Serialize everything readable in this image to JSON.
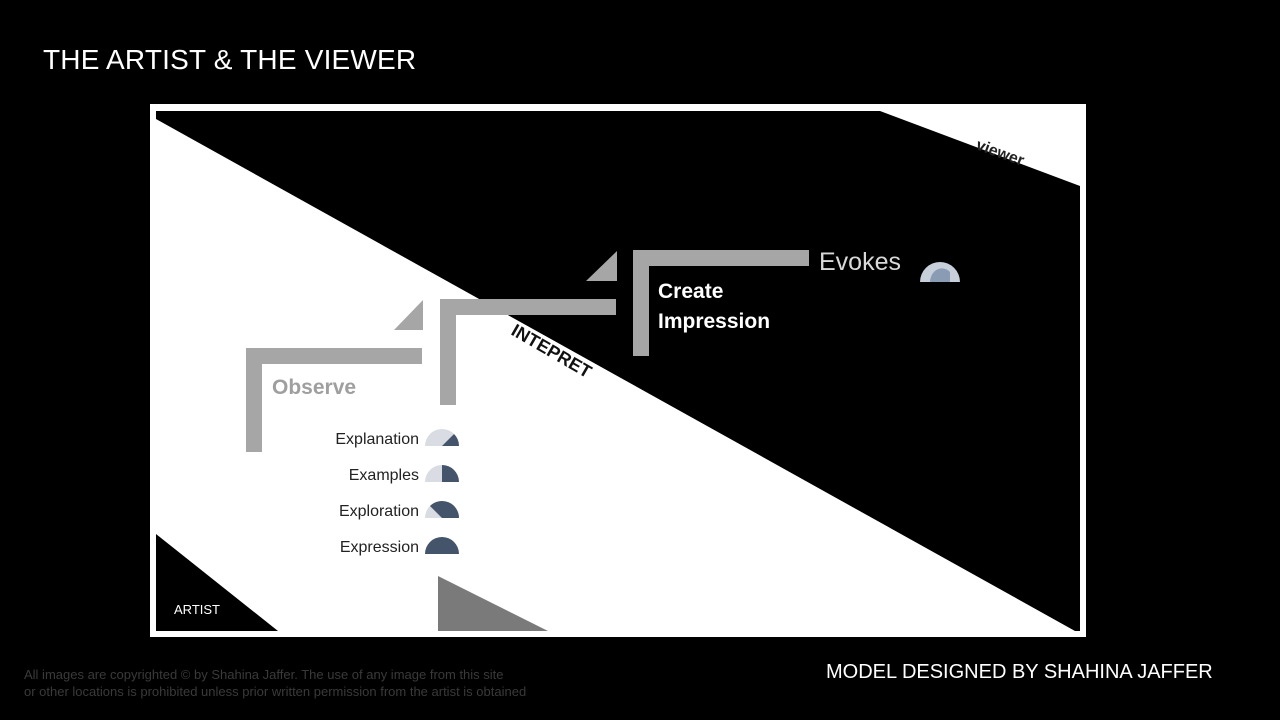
{
  "slide": {
    "title": "THE ARTIST & THE VIEWER",
    "credit": "MODEL DESIGNED BY SHAHINA JAFFER",
    "copyright_lines": [
      "All images are copyrighted © by Shahina Jaffer. The use of any image from this site",
      "or other locations is prohibited unless prior written permission from the artist is obtained"
    ]
  },
  "diagram": {
    "corner_labels": {
      "viewer": "viewer",
      "artist": "ARTIST"
    },
    "diagonal_label": "INTEPRET",
    "steps": {
      "observe": "Observe",
      "create_line1": "Create",
      "create_line2": "Impression",
      "evokes": "Evokes"
    },
    "levels": [
      {
        "label": "Explanation",
        "fill": 0.25
      },
      {
        "label": "Examples",
        "fill": 0.5
      },
      {
        "label": "Exploration",
        "fill": 0.75
      },
      {
        "label": "Expression",
        "fill": 1.0
      }
    ],
    "colors": {
      "black": "#000000",
      "white": "#ffffff",
      "step_gray": "#a6a6a6",
      "observe_text": "#9f9f9f",
      "gauge_fill": "#44546a",
      "gauge_bg": "#d9dce3",
      "evokes_fill": "#8a9bb4",
      "evokes_bg": "#c7cfdb",
      "text_on_white": "#222222",
      "text_on_black": "#ffffff"
    }
  }
}
